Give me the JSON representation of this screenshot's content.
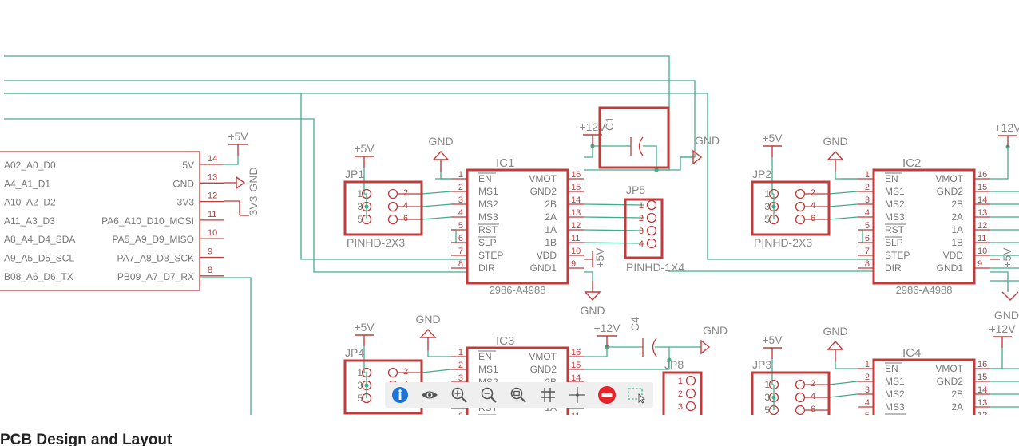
{
  "power_labels": {
    "p5v": "+5V",
    "p12v": "+12V",
    "gnd": "GND",
    "v3v3": "3V3"
  },
  "mcu": {
    "left_pins": [
      "A02_A0_D0",
      "A4_A1_D1",
      "A10_A2_D2",
      "A11_A3_D3",
      "A8_A4_D4_SDA",
      "A9_A5_D5_SCL",
      "B08_A6_D6_TX"
    ],
    "right_pins": [
      "5V",
      "GND",
      "3V3",
      "PA6_A10_D10_MOSI",
      "PA5_A9_D9_MISO",
      "PA7_A8_D8_SCK",
      "PB09_A7_D7_RX"
    ],
    "pin_numbers": [
      "14",
      "13",
      "12",
      "11",
      "10",
      "9",
      "8"
    ]
  },
  "driver": {
    "left_pins": [
      "EN",
      "MS1",
      "MS2",
      "MS3",
      "RST",
      "SLP",
      "STEP",
      "DIR"
    ],
    "right_pins": [
      "VMOT",
      "GND2",
      "2B",
      "2A",
      "1A",
      "1B",
      "VDD",
      "GND1"
    ],
    "left_numbers": [
      "1",
      "2",
      "3",
      "4",
      "5",
      "6",
      "7",
      "8"
    ],
    "right_numbers": [
      "16",
      "15",
      "14",
      "13",
      "12",
      "11",
      "10",
      "9"
    ],
    "value": "2986-A4988"
  },
  "parts": {
    "ic1": "IC1",
    "ic2": "IC2",
    "ic3": "IC3",
    "ic4": "IC4",
    "jp1": "JP1",
    "jp2": "JP2",
    "jp3": "JP3",
    "jp4": "JP4",
    "jp5": "JP5",
    "jp8": "JP8",
    "c1": "C1",
    "c4": "C4",
    "pinhd_2x3": "PINHD-2X3",
    "pinhd_1x4": "PINHD-1X4"
  },
  "header_2x3": {
    "left": [
      "1",
      "3",
      "5"
    ],
    "right": [
      "2",
      "4",
      "6"
    ]
  },
  "header_1x4": {
    "pins": [
      "1",
      "2",
      "3",
      "4"
    ]
  },
  "toolbar": {
    "icons": [
      "info-icon",
      "eye-icon",
      "zoom-in-icon",
      "zoom-out-icon",
      "zoom-fit-icon",
      "grid-icon",
      "crosshair-icon",
      "stop-icon",
      "select-area-icon"
    ],
    "colors": {
      "info": "#1e73d6",
      "stop": "#e5242c",
      "wire": "#3fae8a",
      "symbol": "#c23b3b"
    }
  },
  "footer": {
    "title": "PCB Design and Layout"
  }
}
